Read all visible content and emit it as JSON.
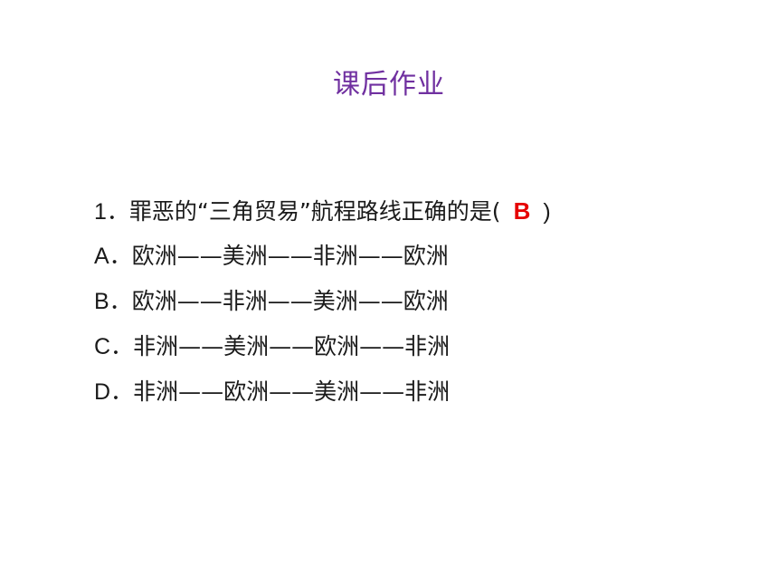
{
  "title": "课后作业",
  "question": {
    "number": "1．",
    "text": "罪恶的“三角贸易”航程路线正确的是(",
    "answer": "B",
    "close_paren": ")"
  },
  "options": [
    {
      "label": "A．",
      "text": "欧洲——美洲——非洲——欧洲"
    },
    {
      "label": "B．",
      "text": "欧洲——非洲——美洲——欧洲"
    },
    {
      "label": "C．",
      "text": "非洲——美洲——欧洲——非洲"
    },
    {
      "label": "D．",
      "text": "非洲——欧洲——美洲——非洲"
    }
  ],
  "colors": {
    "title": "#7030a0",
    "answer": "#e60000",
    "text": "#1a1a1a"
  }
}
